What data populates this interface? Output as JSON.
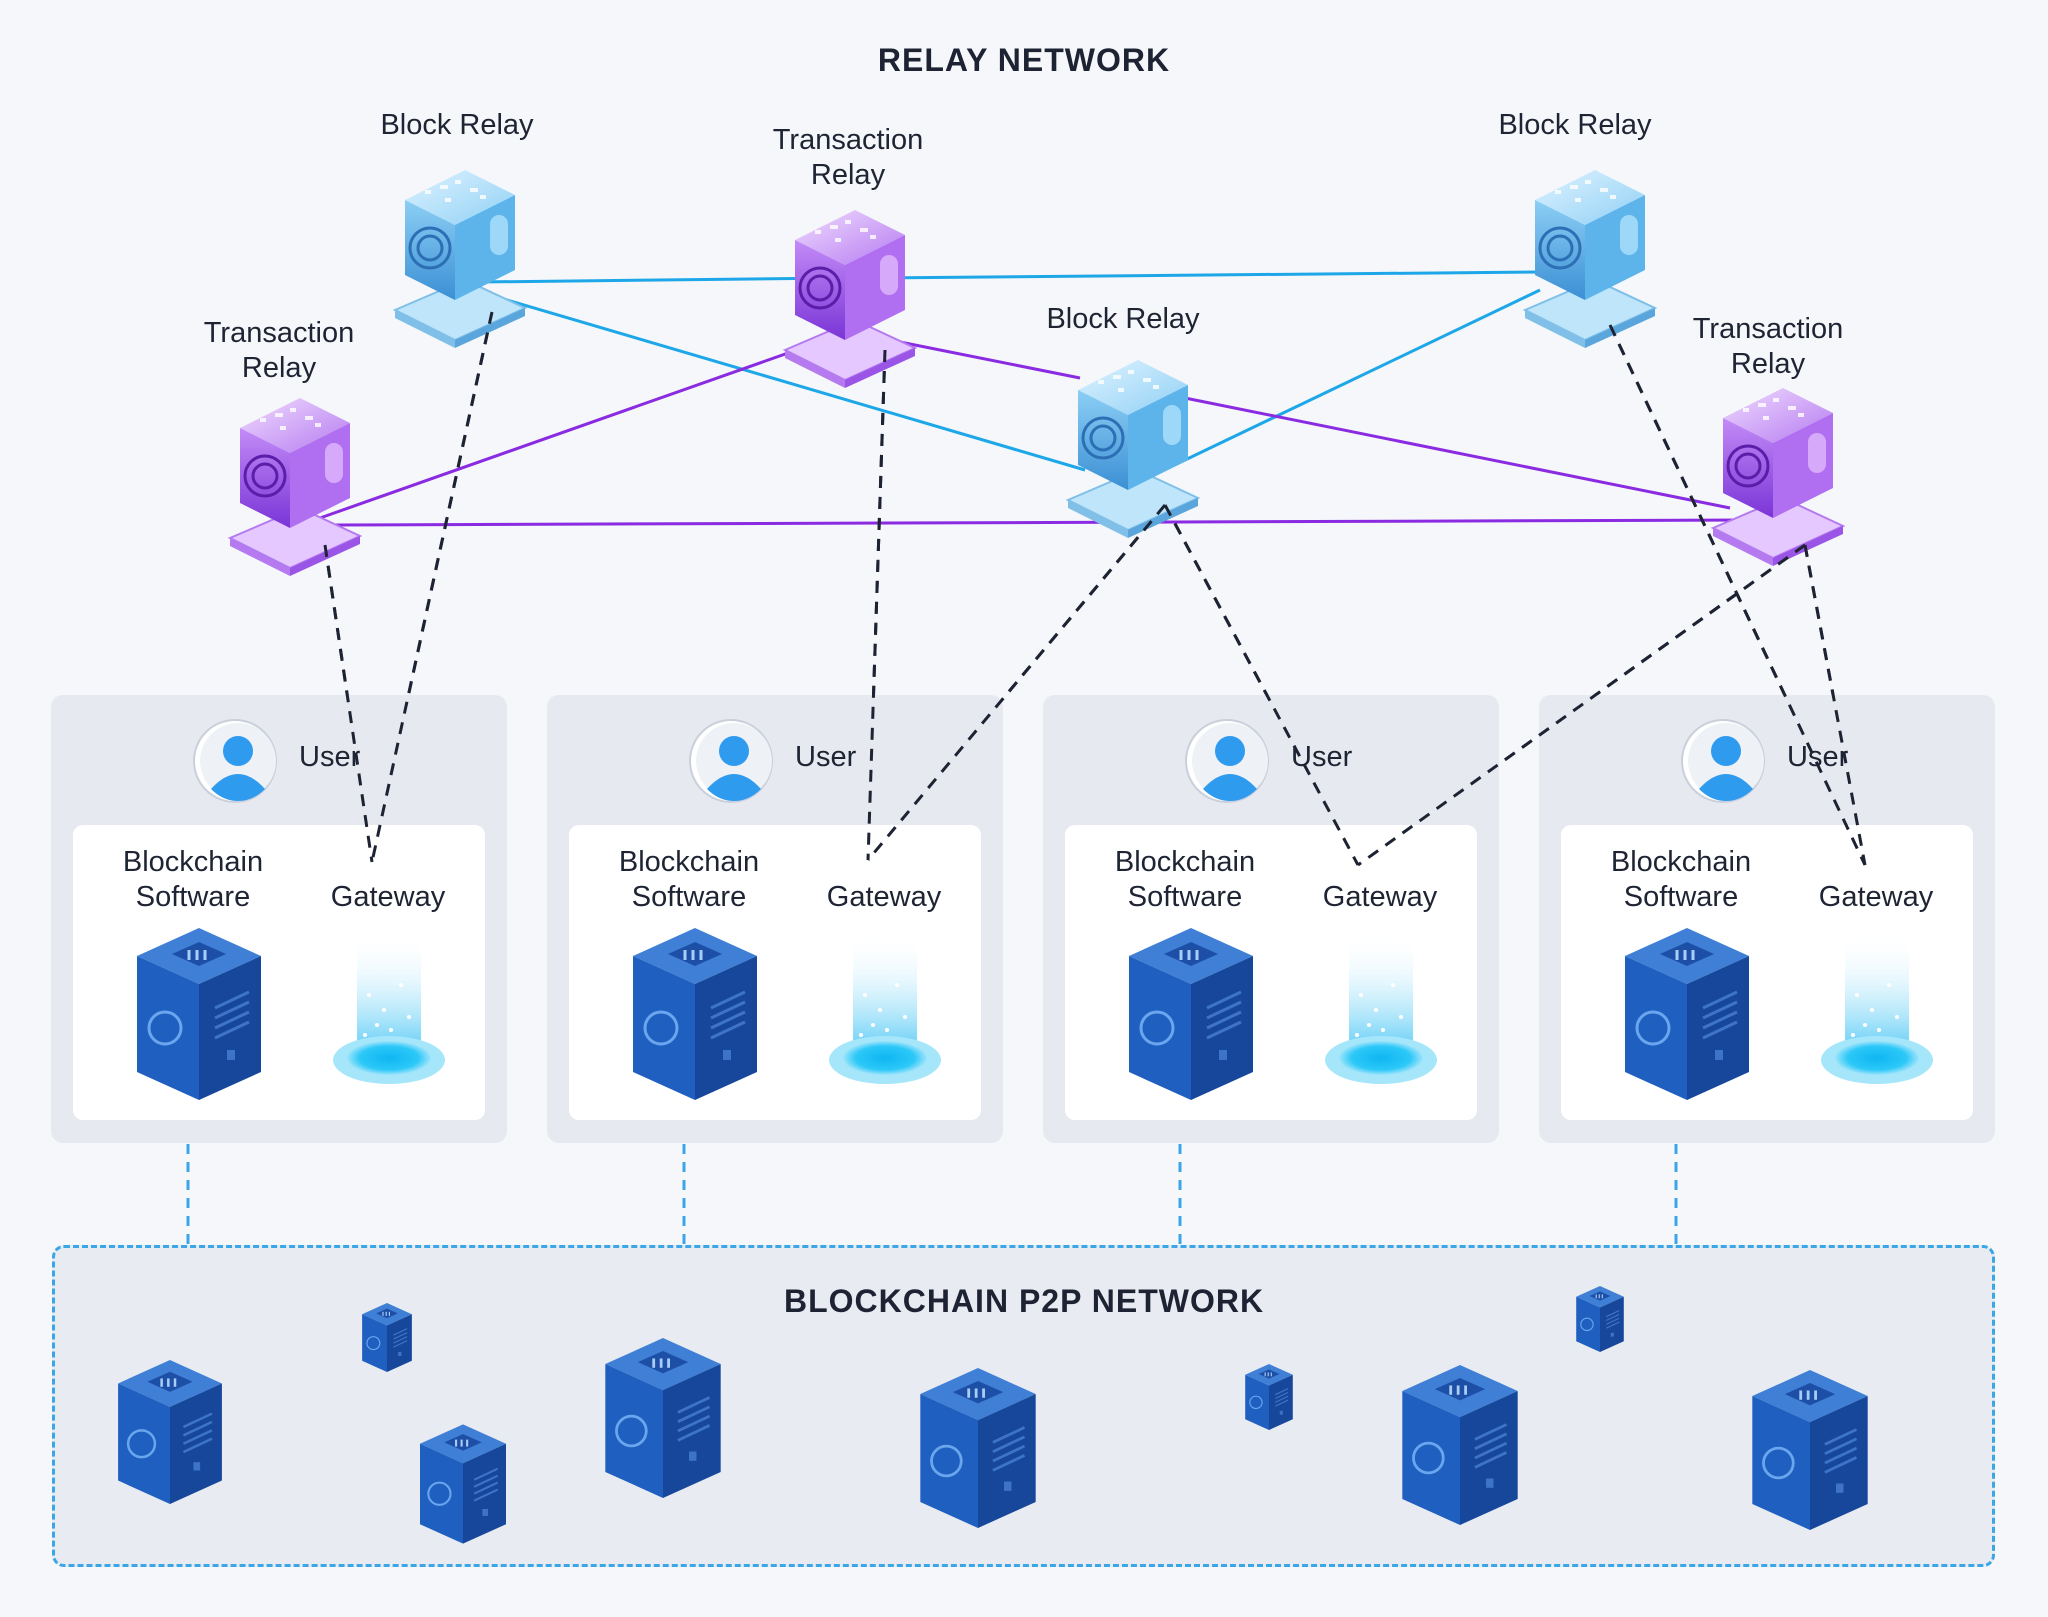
{
  "relay_network": {
    "title": "RELAY NETWORK",
    "relays": [
      {
        "id": "br1",
        "label": "Block Relay",
        "kind": "block"
      },
      {
        "id": "tr1",
        "label": "Transaction Relay",
        "kind": "transaction"
      },
      {
        "id": "br2",
        "label": "Block Relay",
        "kind": "block"
      },
      {
        "id": "tr2",
        "label": "Transaction Relay",
        "kind": "transaction"
      },
      {
        "id": "br3",
        "label": "Block Relay",
        "kind": "block"
      },
      {
        "id": "tr3",
        "label": "Transaction Relay",
        "kind": "transaction"
      }
    ],
    "label_lines": {
      "br1": "Block Relay",
      "tr1_a": "Transaction",
      "tr1_b": "Relay",
      "br2": "Block Relay",
      "br3": "Block Relay",
      "tr2_a": "Transaction",
      "tr2_b": "Relay",
      "tr3_a": "Transaction",
      "tr3_b": "Relay"
    },
    "colors": {
      "block_link": "#1ea7e8",
      "transaction_link": "#8a2be2",
      "gateway_link": "#1d2333"
    }
  },
  "user_nodes": [
    {
      "user": "User",
      "software_a": "Blockchain",
      "software_b": "Software",
      "gateway": "Gateway"
    },
    {
      "user": "User",
      "software_a": "Blockchain",
      "software_b": "Software",
      "gateway": "Gateway"
    },
    {
      "user": "User",
      "software_a": "Blockchain",
      "software_b": "Software",
      "gateway": "Gateway"
    },
    {
      "user": "User",
      "software_a": "Blockchain",
      "software_b": "Software",
      "gateway": "Gateway"
    }
  ],
  "p2p_network": {
    "title": "BLOCKCHAIN P2P NETWORK",
    "border_color": "#3aa6e6"
  },
  "icons": {
    "block_relay": "block-relay-server-icon",
    "transaction_relay": "transaction-relay-server-icon",
    "user": "user-avatar-icon",
    "server": "server-icon",
    "gateway": "gateway-portal-icon"
  }
}
